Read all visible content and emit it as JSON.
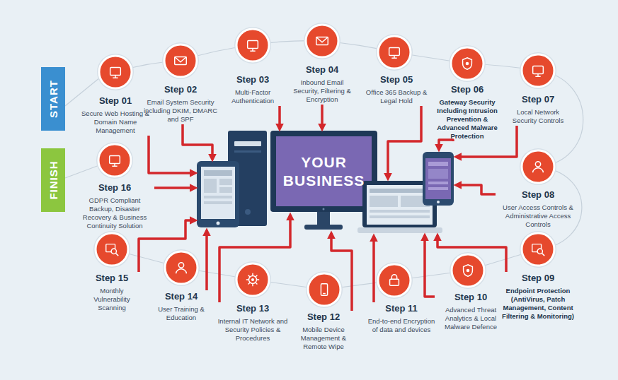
{
  "diagram": {
    "nodes": [
      {
        "text": [
          "START"
        ]
      },
      {
        "text": [
          "FINISH"
        ]
      },
      {
        "text": [
          "Step 01",
          "Secure Web Hosting & Domain Name Management"
        ]
      },
      {
        "text": [
          "Step 02",
          "Email System Security including DKIM, DMARC and SPF"
        ]
      },
      {
        "text": [
          "Step 03",
          "Multi-Factor Authentication"
        ]
      },
      {
        "text": [
          "Step 04",
          "Inbound Email Security, Filtering & Encryption"
        ]
      },
      {
        "text": [
          "Step 05",
          "Office 365 Backup & Legal Hold"
        ]
      },
      {
        "text": [
          "Step 06",
          "Gateway Security Including Intrusion Prevention & Advanced Malware Protection"
        ]
      },
      {
        "text": [
          "Step 07",
          "Local Network Security Controls"
        ]
      },
      {
        "text": [
          "Step 08",
          "User Access Controls & Administrative Access Controls"
        ]
      },
      {
        "text": [
          "Step 09",
          "Endpoint Protection (AntiVirus, Patch Management, Content Filtering & Monitoring)"
        ]
      },
      {
        "text": [
          "Step 10",
          "Advanced Threat Analytics & Local Malware Defence"
        ]
      },
      {
        "text": [
          "Step 11",
          "End-to-end Encryption of data and devices"
        ]
      },
      {
        "text": [
          "Step 12",
          "Mobile Device Management & Remote Wipe"
        ]
      },
      {
        "text": [
          "Step 13",
          "Internal IT Network and Security Policies & Procedures"
        ]
      },
      {
        "text": [
          "Step 14",
          "User Training & Education"
        ]
      },
      {
        "text": [
          "Step 15",
          "Monthly Vulnerability Scanning"
        ]
      },
      {
        "text": [
          "Step 16",
          "GDPR Compliant Backup, Disaster Recovery & Business Continuity Solution"
        ]
      },
      {
        "text": [
          "YOUR BUSINESS"
        ]
      }
    ],
    "edges": [
      {
        "from": 2,
        "to": 18,
        "arrow": "to"
      },
      {
        "from": 3,
        "to": 18,
        "arrow": "to"
      },
      {
        "from": 4,
        "to": 18,
        "arrow": "to"
      },
      {
        "from": 5,
        "to": 18,
        "arrow": "to"
      },
      {
        "from": 6,
        "to": 18,
        "arrow": "to"
      },
      {
        "from": 7,
        "to": 18,
        "arrow": "to"
      },
      {
        "from": 8,
        "to": 18,
        "arrow": "to"
      },
      {
        "from": 9,
        "to": 18,
        "arrow": "to"
      },
      {
        "from": 10,
        "to": 18,
        "arrow": "to"
      },
      {
        "from": 11,
        "to": 18,
        "arrow": "to"
      },
      {
        "from": 12,
        "to": 18,
        "arrow": "to"
      },
      {
        "from": 13,
        "to": 18,
        "arrow": "to"
      },
      {
        "from": 14,
        "to": 18,
        "arrow": "to"
      },
      {
        "from": 15,
        "to": 18,
        "arrow": "to"
      },
      {
        "from": 16,
        "to": 18,
        "arrow": "to"
      },
      {
        "from": 17,
        "to": 18,
        "arrow": "to"
      }
    ]
  }
}
